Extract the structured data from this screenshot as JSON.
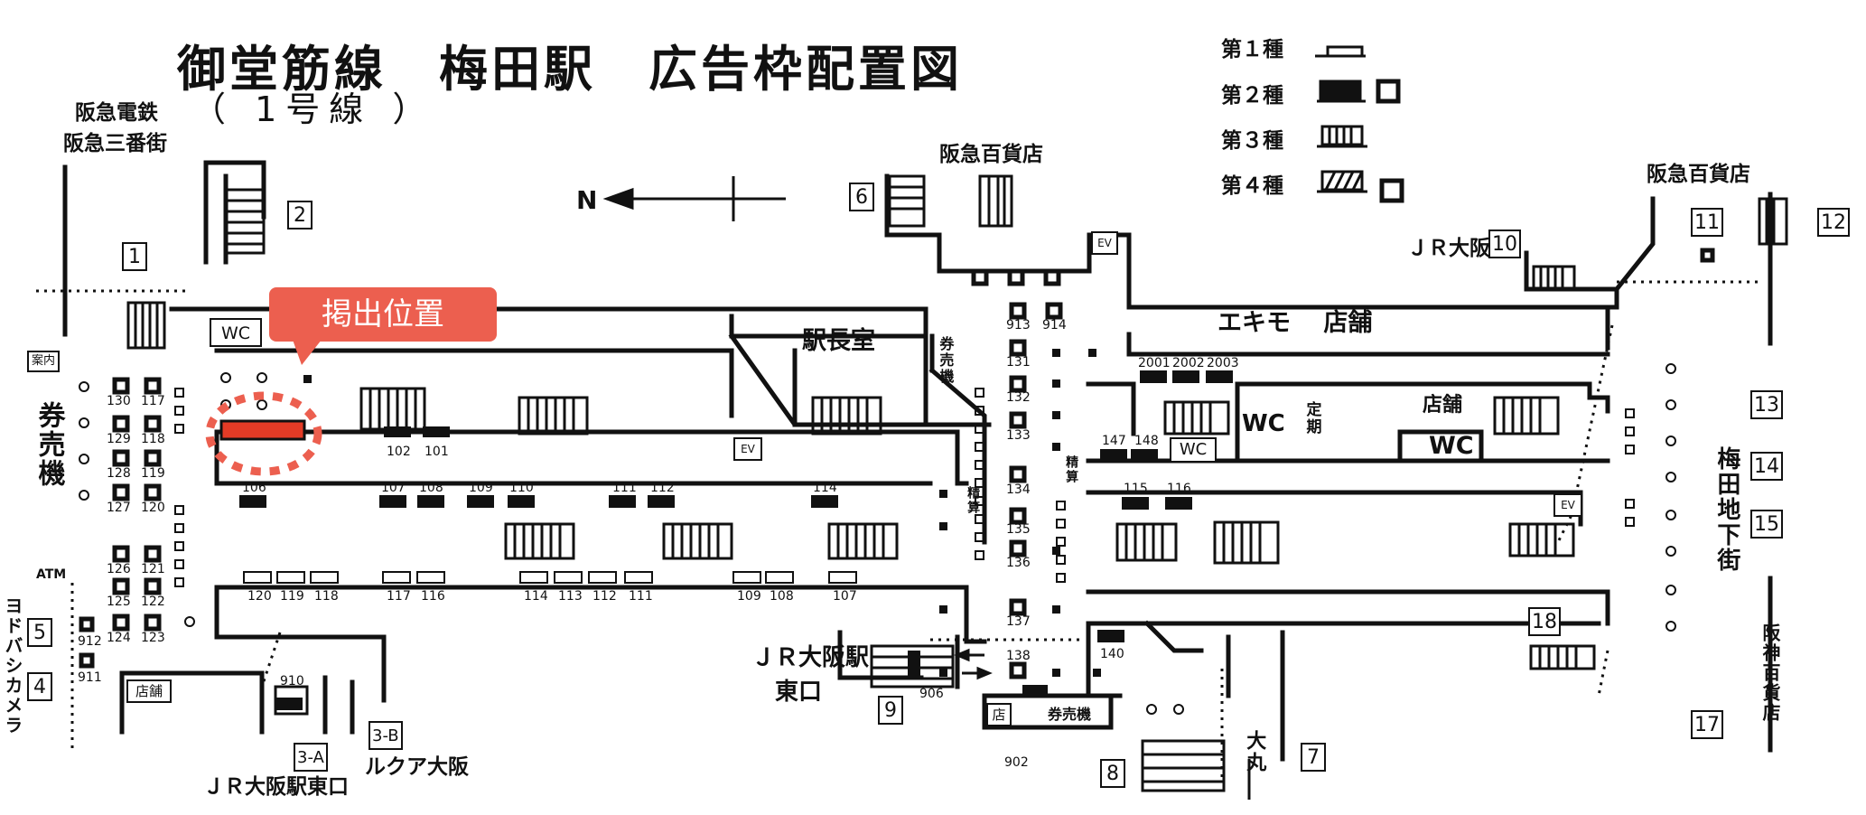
{
  "title": "御堂筋線　梅田駅　広告枠配置図",
  "subtitle": "（ 1号線 ）",
  "callout": "掲出位置",
  "north": "N",
  "colors": {
    "highlight": "#e33b26",
    "callout": "#ec5f4f",
    "ink": "#111111"
  },
  "legend": [
    "第１種",
    "第２種",
    "第３種",
    "第４種"
  ],
  "places": {
    "hankyu_dentetsu": "阪急電鉄",
    "hankyu_sanbangai": "阪急三番街",
    "hankyu_hyakkaten_1": "阪急百貨店",
    "hankyu_hyakkaten_2": "阪急百貨店",
    "jr_osaka": "ＪＲ大阪駅",
    "jr_osaka_east_1": "ＪＲ大阪駅",
    "jr_osaka_east_2": "東口",
    "jr_osaka_higashiguchi": "ＪＲ大阪駅東口",
    "lucua": "ルクア大阪",
    "yodobashi": "ヨドバシカメラ",
    "umeda_chikagai": "梅田地下街",
    "hanshin": "阪神百貨店",
    "daimaru": "大丸",
    "ekimo": "エキモ　 店舗"
  },
  "rooms": {
    "ekichoshitsu": "駅長室",
    "wc1": "WC",
    "wc2": "WC",
    "wc3": "WC",
    "wc4": "WC",
    "tenpo_r": "店舗",
    "tenpo_l": "店舗",
    "ten": "店",
    "kenbaiki_big": "券売機",
    "kenbaiki_mid": "券売機",
    "kenbaiki_small": "券売機",
    "annai": "案内",
    "teiki": "定期",
    "seisan1": "精算",
    "seisan2": "精算",
    "ev1": "EV",
    "ev2": "EV",
    "ev3": "EV",
    "atm": "ATM"
  },
  "exits": [
    "1",
    "2",
    "3-A",
    "3-B",
    "4",
    "5",
    "6",
    "7",
    "8",
    "9",
    "10",
    "11",
    "12",
    "13",
    "14",
    "15",
    "17",
    "18"
  ],
  "ad_numbers": {
    "wall_upper": [
      "102",
      "101"
    ],
    "wall_mid": [
      "106",
      "107",
      "108",
      "109",
      "110",
      "111",
      "112",
      "114"
    ],
    "hatched": [
      "120",
      "119",
      "118",
      "117",
      "116",
      "114",
      "113",
      "112",
      "111",
      "109",
      "108",
      "107"
    ],
    "cols_left": [
      "130",
      "117",
      "129",
      "118",
      "128",
      "119",
      "127",
      "120",
      "126",
      "121",
      "125",
      "122",
      "124",
      "123"
    ],
    "center": [
      "913",
      "914",
      "131",
      "132",
      "133",
      "134",
      "135",
      "136",
      "137",
      "138",
      "140"
    ],
    "right_top": [
      "2001",
      "2002",
      "2003"
    ],
    "right_mid": [
      "147",
      "148",
      "115",
      "116"
    ],
    "misc": [
      "912",
      "911",
      "910",
      "906",
      "902"
    ]
  }
}
